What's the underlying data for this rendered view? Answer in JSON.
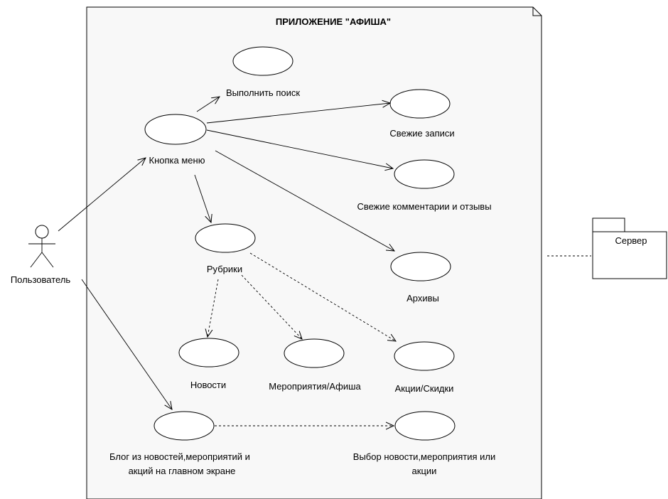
{
  "diagram": {
    "system_title": "ПРИЛОЖЕНИЕ \"АФИША\"",
    "actor": {
      "label": "Пользователь"
    },
    "package": {
      "label": "Сервер"
    },
    "use_cases": {
      "search": {
        "label": "Выполнить поиск"
      },
      "menu": {
        "label": "Кнопка меню"
      },
      "fresh": {
        "label": "Свежие записи"
      },
      "comments": {
        "label": "Свежие комментарии и отзывы"
      },
      "rubrics": {
        "label": "Рубрики"
      },
      "archives": {
        "label": "Архивы"
      },
      "news": {
        "label": "Новости"
      },
      "events": {
        "label": "Мероприятия/Афиша"
      },
      "promo": {
        "label": "Акции/Скидки"
      },
      "blog": {
        "label_line1": "Блог из новостей,мероприятий и",
        "label_line2": "акций на главном экране"
      },
      "choice": {
        "label_line1": "Выбор новости,мероприятия или",
        "label_line2": "акции"
      }
    }
  }
}
